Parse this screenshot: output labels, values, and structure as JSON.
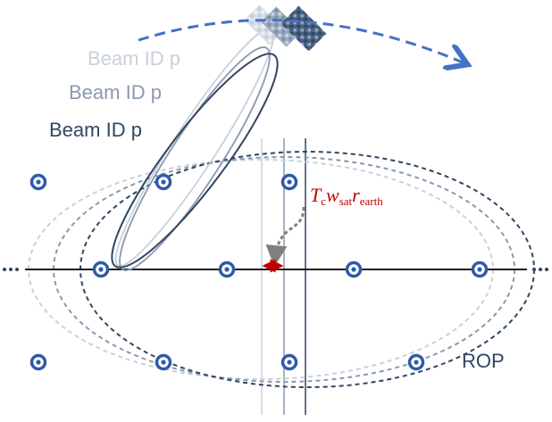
{
  "beam_labels": [
    {
      "text": "Beam ID p",
      "color": "#c8d0dc"
    },
    {
      "text": "Beam ID p",
      "color": "#8a99ad"
    },
    {
      "text": "Beam ID p",
      "color": "#2f4661"
    }
  ],
  "rop_label": "ROP",
  "formula": {
    "main": "T",
    "sub1": "c",
    "mid": "w",
    "sub2": "sat",
    "end": "r",
    "sub3": "earth",
    "color": "#c00000"
  },
  "colors": {
    "grid_node": "#2e5aa8",
    "orbit_arrow": "#4472c4",
    "axis": "#000000",
    "ellipse_dark": "#2f4661",
    "ellipse_mid": "#8a99ad",
    "ellipse_light": "#c8d0dc",
    "offset_arrow": "#c00000",
    "pointer": "#7f7f7f"
  },
  "grid_nodes": [
    {
      "name": "node-r1-c1"
    },
    {
      "name": "node-r1-c2"
    },
    {
      "name": "node-r1-c3"
    },
    {
      "name": "node-r2-c1"
    },
    {
      "name": "node-r2-c2"
    },
    {
      "name": "node-r2-c3"
    },
    {
      "name": "node-r2-c4"
    },
    {
      "name": "node-r2-c5"
    },
    {
      "name": "node-r3-c1"
    },
    {
      "name": "node-r3-c2"
    },
    {
      "name": "node-r3-c3"
    },
    {
      "name": "node-r3-c4"
    }
  ]
}
